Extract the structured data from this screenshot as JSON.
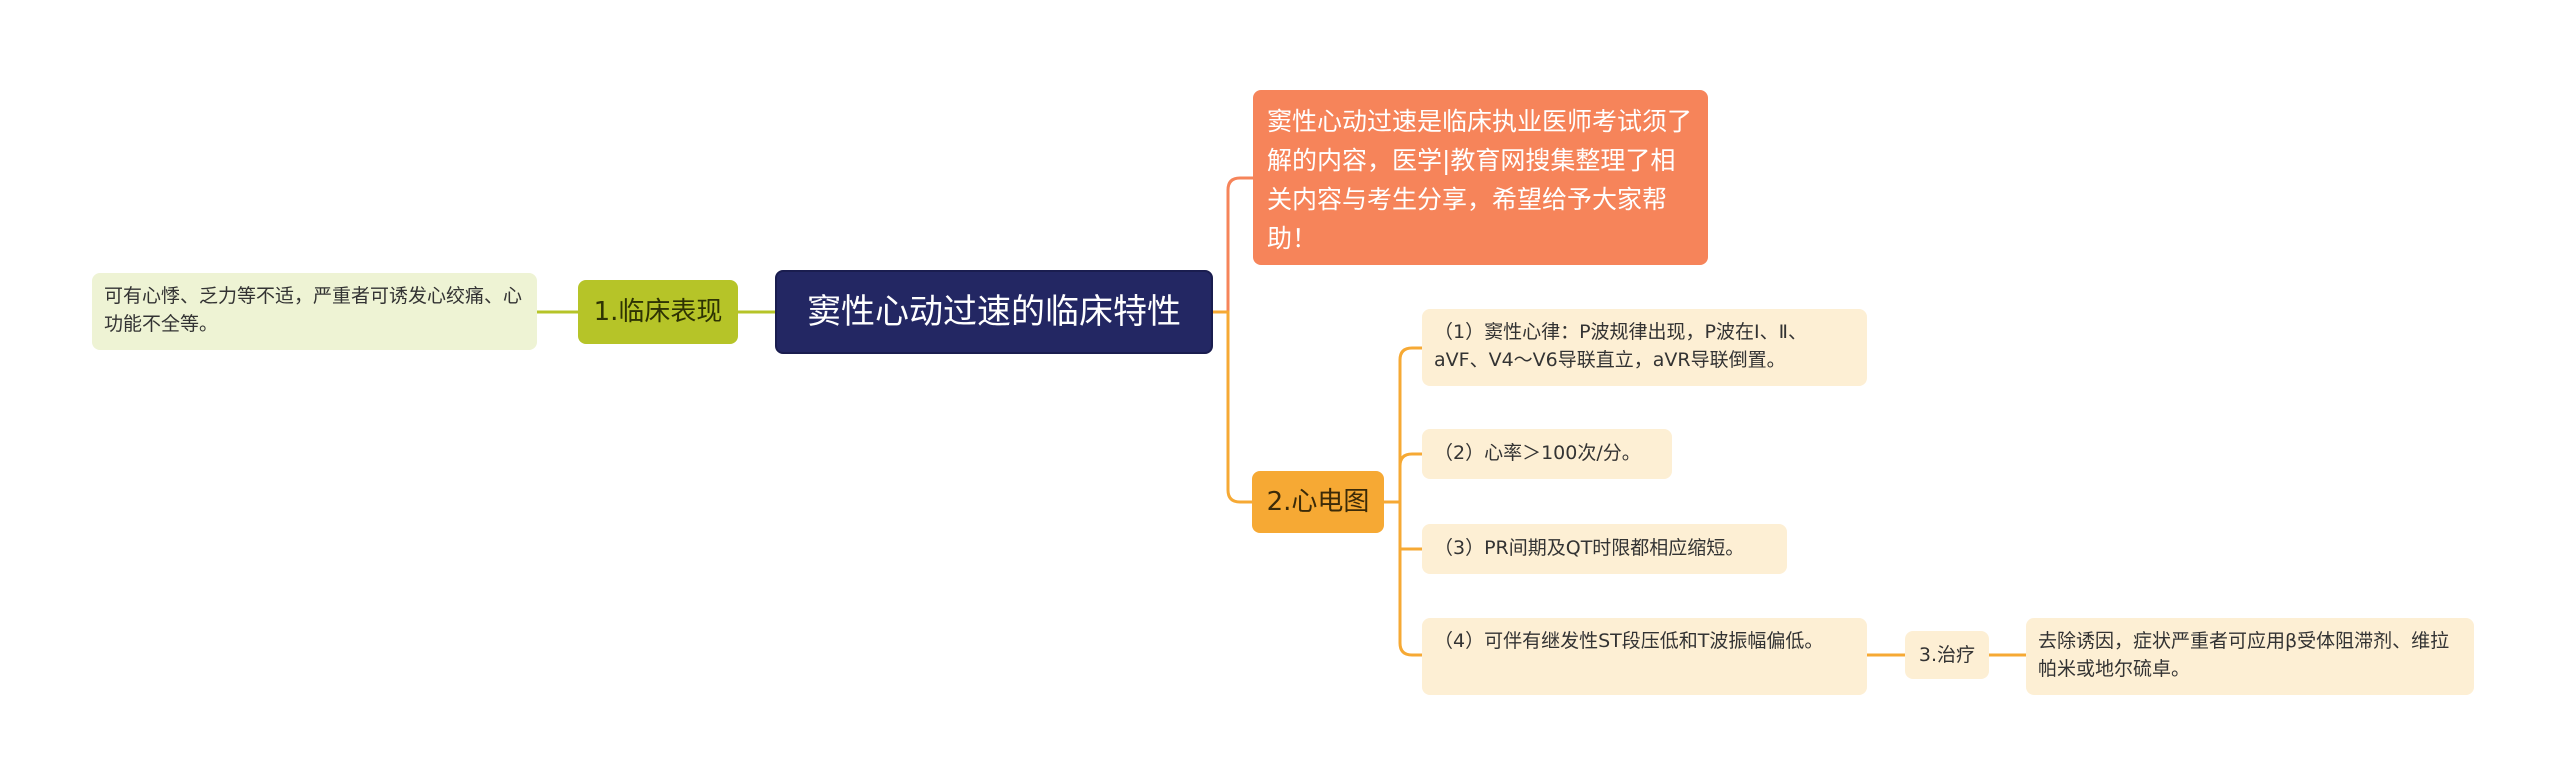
{
  "mindmap": {
    "root": "窦性心动过速的临床特性",
    "intro": "窦性心动过速是临床执业医师考试须了解的内容，医学|教育网搜集整理了相关内容与考生分享，希望给予大家帮助！",
    "clinical": {
      "label": "1.临床表现",
      "detail": "可有心悸、乏力等不适，严重者可诱发心绞痛、心功能不全等。"
    },
    "ecg": {
      "label": "2.心电图",
      "items": [
        "（1）窦性心律：P波规律出现，P波在Ⅰ、Ⅱ、aVF、V4～V6导联直立，aVR导联倒置。",
        "（2）心率＞100次/分。",
        "（3）PR间期及QT时限都相应缩短。",
        "（4）可伴有继发性ST段压低和T波振幅偏低。"
      ]
    },
    "treatment": {
      "label": "3.治疗",
      "detail": "去除诱因，症状严重者可应用β受体阻滞剂、维拉帕米或地尔硫卓。"
    }
  },
  "colors": {
    "root_bg": "#232763",
    "intro_bg": "#f6845a",
    "clinical_branch_bg": "#b6c428",
    "clinical_leaf_bg": "#eef3d4",
    "clinical_line": "#b6c428",
    "ecg_branch_bg": "#f6a934",
    "ecg_leaf_bg": "#fdefd4",
    "ecg_line": "#f6a934",
    "intro_line": "#f6845a"
  }
}
